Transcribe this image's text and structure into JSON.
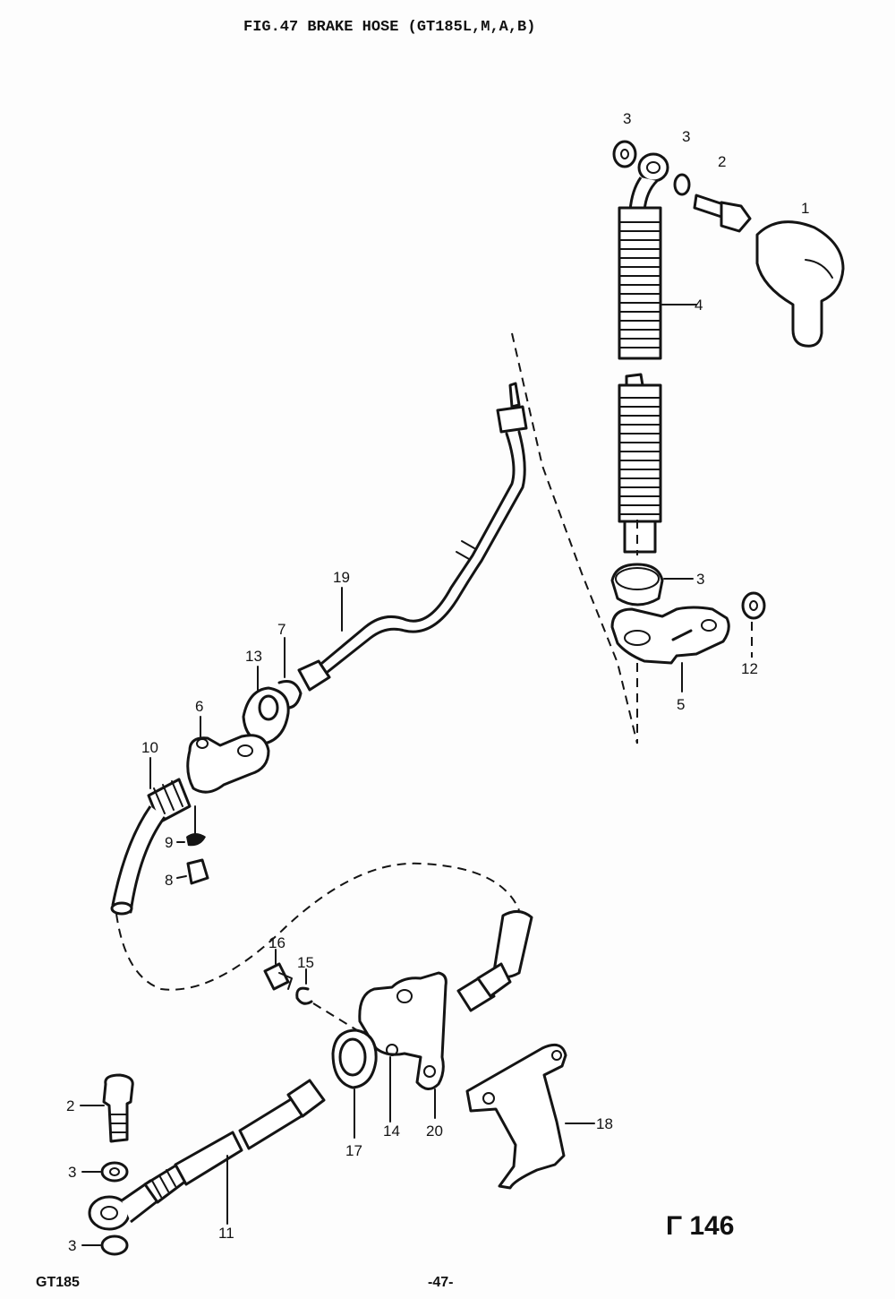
{
  "header": {
    "title": "FIG.47  BRAKE HOSE (GT185L,M,A,B)"
  },
  "callouts": [
    "1",
    "2",
    "3",
    "4",
    "5",
    "6",
    "7",
    "8",
    "9",
    "10",
    "11",
    "12",
    "13",
    "14",
    "15",
    "16",
    "17",
    "18",
    "19",
    "20"
  ],
  "footer": {
    "model": "GT185",
    "page_number": "-47-",
    "code": "Γ 146"
  }
}
